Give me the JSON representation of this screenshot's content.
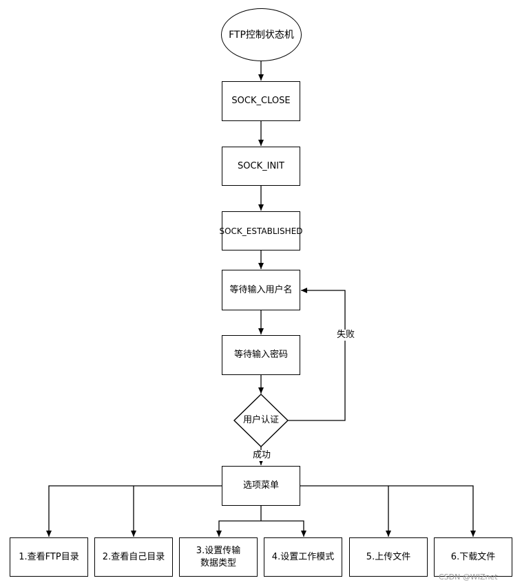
{
  "diagram": {
    "start": "FTP控制状态机",
    "states": {
      "sock_close": "SOCK_CLOSE",
      "sock_init": "SOCK_INIT",
      "sock_established": "SOCK_ESTABLISHED",
      "wait_username": "等待输入用户名",
      "wait_password": "等待输入密码"
    },
    "decision": "用户认证",
    "edge_labels": {
      "fail": "失败",
      "success": "成功"
    },
    "menu": "选项菜单",
    "options": [
      "1.查看FTP目录",
      "2.查看自己目录",
      "3.设置传输\n数据类型",
      "4.设置工作模式",
      "5.上传文件",
      "6.下载文件"
    ]
  },
  "watermark": "CSDN @WIZnet"
}
